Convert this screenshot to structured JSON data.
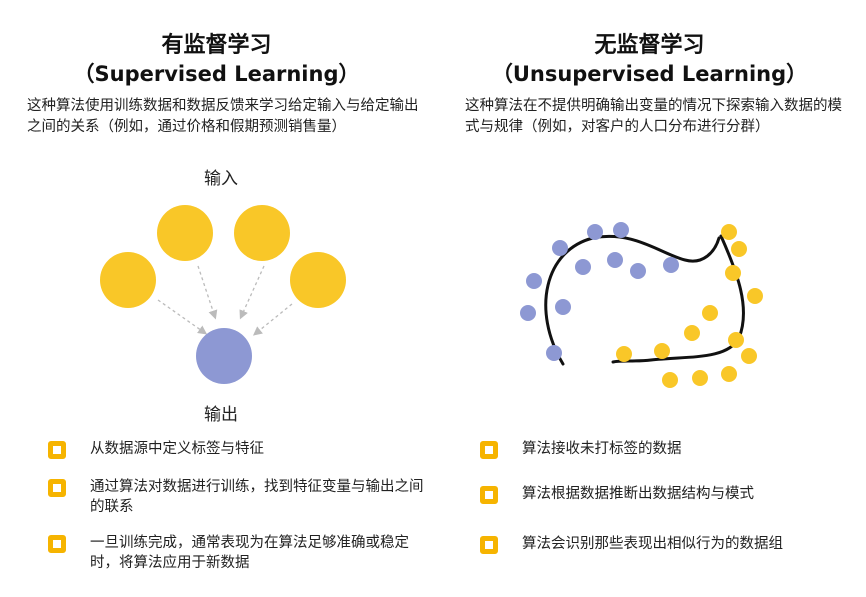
{
  "colors": {
    "input_yellow": "#f9c728",
    "output_purple": "#8d98d3",
    "checkbox_yellow": "#f6b400",
    "curve": "#111111"
  },
  "supervised": {
    "title_zh": "有监督学习",
    "title_en": "（Supervised Learning）",
    "description": "这种算法使用训练数据和数据反馈来学习给定输入与给定输出之间的关系（例如，通过价格和假期预测销售量）",
    "input_label": "输入",
    "output_label": "输出",
    "bullets": [
      "从数据源中定义标签与特征",
      "通过算法对数据进行训练，找到特征变量与输出之间的联系",
      "一旦训练完成，通常表现为在算法足够准确或稳定时，将算法应用于新数据"
    ]
  },
  "unsupervised": {
    "title_zh": "无监督学习",
    "title_en": "（Unsupervised Learning）",
    "description": "这种算法在不提供明确输出变量的情况下探索输入数据的模式与规律（例如，对客户的人口分布进行分群）",
    "bullets": [
      "算法接收未打标签的数据",
      "算法根据数据推断出数据结构与模式",
      "算法会识别那些表现出相似行为的数据组"
    ]
  }
}
